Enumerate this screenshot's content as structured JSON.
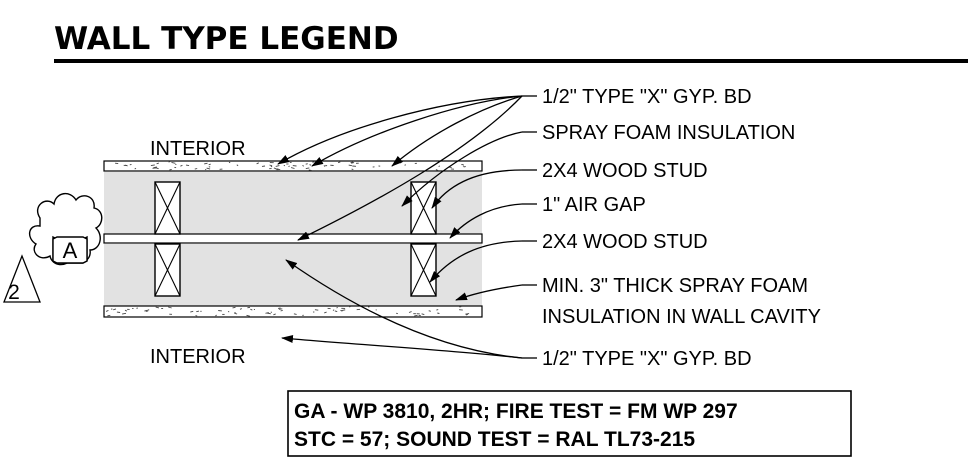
{
  "title": "WALL TYPE LEGEND",
  "side_labels": {
    "top": "INTERIOR",
    "bottom": "INTERIOR"
  },
  "callouts": [
    {
      "id": "gyp-top",
      "lines": [
        "1/2\" TYPE \"X\" GYP. BD"
      ]
    },
    {
      "id": "spray-foam",
      "lines": [
        "SPRAY FOAM INSULATION"
      ]
    },
    {
      "id": "stud-top",
      "lines": [
        "2X4 WOOD STUD"
      ]
    },
    {
      "id": "air-gap",
      "lines": [
        "1\" AIR GAP"
      ]
    },
    {
      "id": "stud-bottom",
      "lines": [
        "2X4 WOOD STUD"
      ]
    },
    {
      "id": "cavity-foam",
      "lines": [
        "MIN. 3\" THICK SPRAY FOAM",
        "INSULATION IN WALL CAVITY"
      ]
    },
    {
      "id": "gyp-bottom",
      "lines": [
        "1/2\" TYPE \"X\" GYP. BD"
      ]
    }
  ],
  "wall_tag": {
    "type": "A",
    "revision": "2"
  },
  "test_info": {
    "line1": "GA - WP 3810, 2HR; FIRE TEST = FM WP 297",
    "line2": "STC = 57; SOUND TEST = RAL TL73-215"
  }
}
